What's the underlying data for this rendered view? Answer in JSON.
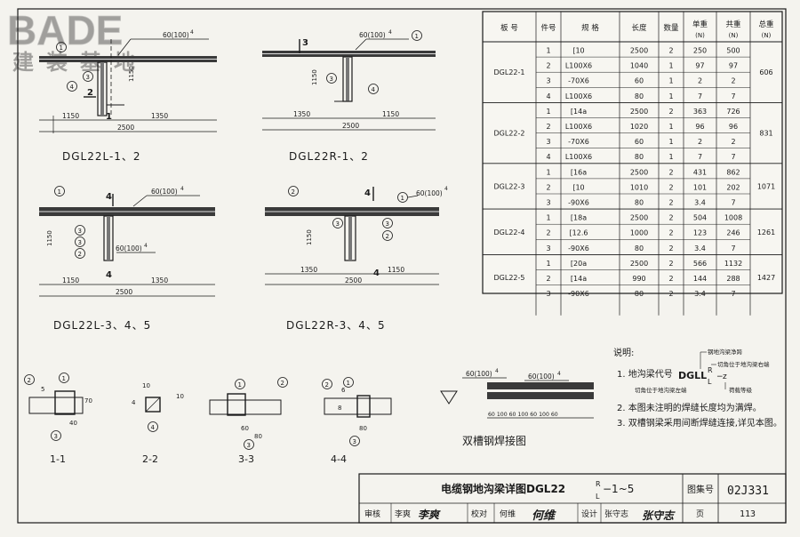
{
  "watermark": {
    "brand": "BADE",
    "brand_cn": "建装基地"
  },
  "common": {
    "weld_label": "60(100)",
    "weld_sub": "4",
    "dims": {
      "d1150": "1150",
      "d1350": "1350",
      "d2500": "2500",
      "d80": "80",
      "d40": "40",
      "d60": "60",
      "d70": "70",
      "d10": "10",
      "d5": "5",
      "d4": "4",
      "d6": "6",
      "d8": "8"
    }
  },
  "views": {
    "v1": {
      "title": "DGL22L-1、2",
      "sec": "2",
      "sec2": "1"
    },
    "v2": {
      "title": "DGL22R-1、2",
      "sec": "3"
    },
    "v3": {
      "title": "DGL22L-3、4、5",
      "sec": "4"
    },
    "v4": {
      "title": "DGL22R-3、4、5",
      "sec": "4"
    }
  },
  "callouts": {
    "c1": "1",
    "c2": "2",
    "c3": "3",
    "c4": "4"
  },
  "sections": {
    "s1": "1-1",
    "s2": "2-2",
    "s3": "3-3",
    "s4": "4-4",
    "weld": "双槽钢焊接图",
    "weld_dims": "60 100 60 100 60 100 60"
  },
  "table": {
    "headers": [
      "板 号",
      "件号",
      "规 格",
      "长度",
      "数量",
      "单重",
      "共重",
      "总重"
    ],
    "units": [
      "",
      "",
      "",
      "",
      "",
      "(N)",
      "(N)",
      "(N)"
    ],
    "groups": [
      {
        "name": "DGL22-1",
        "total": "606",
        "rows": [
          [
            "1",
            "[10",
            "2500",
            "2",
            "250",
            "500"
          ],
          [
            "2",
            "L100X6",
            "1040",
            "1",
            "97",
            "97"
          ],
          [
            "3",
            "-70X6",
            "60",
            "1",
            "2",
            "2"
          ],
          [
            "4",
            "L100X6",
            "80",
            "1",
            "7",
            "7"
          ]
        ]
      },
      {
        "name": "DGL22-2",
        "total": "831",
        "rows": [
          [
            "1",
            "[14a",
            "2500",
            "2",
            "363",
            "726"
          ],
          [
            "2",
            "L100X6",
            "1020",
            "1",
            "96",
            "96"
          ],
          [
            "3",
            "-70X6",
            "60",
            "1",
            "2",
            "2"
          ],
          [
            "4",
            "L100X6",
            "80",
            "1",
            "7",
            "7"
          ]
        ]
      },
      {
        "name": "DGL22-3",
        "total": "1071",
        "rows": [
          [
            "1",
            "[16a",
            "2500",
            "2",
            "431",
            "862"
          ],
          [
            "2",
            "[10",
            "1010",
            "2",
            "101",
            "202"
          ],
          [
            "3",
            "-90X6",
            "80",
            "2",
            "3.4",
            "7"
          ]
        ]
      },
      {
        "name": "DGL22-4",
        "total": "1261",
        "rows": [
          [
            "1",
            "[18a",
            "2500",
            "2",
            "504",
            "1008"
          ],
          [
            "2",
            "[12.6",
            "1000",
            "2",
            "123",
            "246"
          ],
          [
            "3",
            "-90X6",
            "80",
            "2",
            "3.4",
            "7"
          ]
        ]
      },
      {
        "name": "DGL22-5",
        "total": "1427",
        "rows": [
          [
            "1",
            "[20a",
            "2500",
            "2",
            "566",
            "1132"
          ],
          [
            "2",
            "[14a",
            "990",
            "2",
            "144",
            "288"
          ],
          [
            "3",
            "-90X6",
            "80",
            "2",
            "3.4",
            "7"
          ]
        ]
      }
    ]
  },
  "notes": {
    "label": "说明:",
    "n1": "1. 地沟梁代号",
    "code_main": "DGLL",
    "code_r": "R",
    "code_l": "L",
    "code_z": "z",
    "code_dash": "−",
    "ann_span": "钢地沟梁净跨",
    "ann_right": "切角位于地沟梁右端",
    "ann_left": "切角位于地沟梁左端",
    "ann_load": "荷载等级",
    "n2": "2. 本图未注明的焊缝长度均为满焊。",
    "n3": "3. 双槽钢梁采用间断焊缝连接,详见本图。"
  },
  "titleblock": {
    "title": "电缆钢地沟梁详图DGL22",
    "title_r": "R",
    "title_l": "L",
    "title_suffix": "−1~5",
    "atlas_label": "图集号",
    "atlas_no": "02J331",
    "review": "审核",
    "review_name": "李爽",
    "review_sign": "李爽",
    "check": "校对",
    "check_name": "何维",
    "check_sign": "何维",
    "design": "设计",
    "design_name": "张守志",
    "design_sign": "张守志",
    "page_label": "页",
    "page_no": "113"
  }
}
